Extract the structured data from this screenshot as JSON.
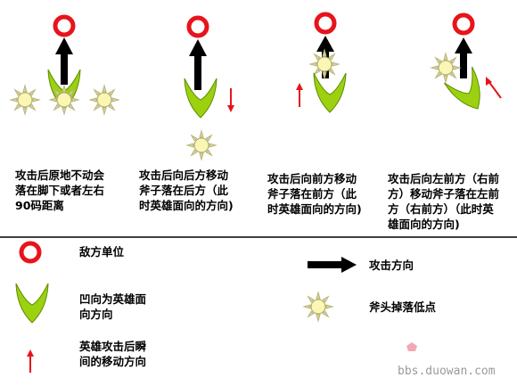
{
  "scenarios": [
    {
      "caption": "攻击后原地不动会\n落在脚下或者左右\n90码距离"
    },
    {
      "caption": "攻击后向后方移动\n斧子落在后方（此\n时英雄面向的方向)"
    },
    {
      "caption": "攻击后向前方移动\n斧子落在前方（此\n时英雄面向的方向)"
    },
    {
      "caption": "攻击后向左前方（右前\n方）移动斧子落在左前\n方（右前方）（此时英\n雄面向的方向)"
    }
  ],
  "legend": {
    "enemy_unit": "敌方单位",
    "attack_direction": "攻击方向",
    "hero_facing": "凹向为英雄面\n向方向",
    "axe_landing": "斧头掉落低点",
    "hero_move": "英雄攻击后瞬\n间的移动方向"
  },
  "watermark": "bbs.duowan.com",
  "colors": {
    "enemy_red": "#e8141b",
    "crescent_green": "#9bd10f",
    "crescent_outline": "#5f8c00",
    "sun_fill": "#fbf6b4",
    "sun_ray": "#c7c488",
    "arrow_black": "#000000",
    "arrow_red": "#e8141b"
  }
}
